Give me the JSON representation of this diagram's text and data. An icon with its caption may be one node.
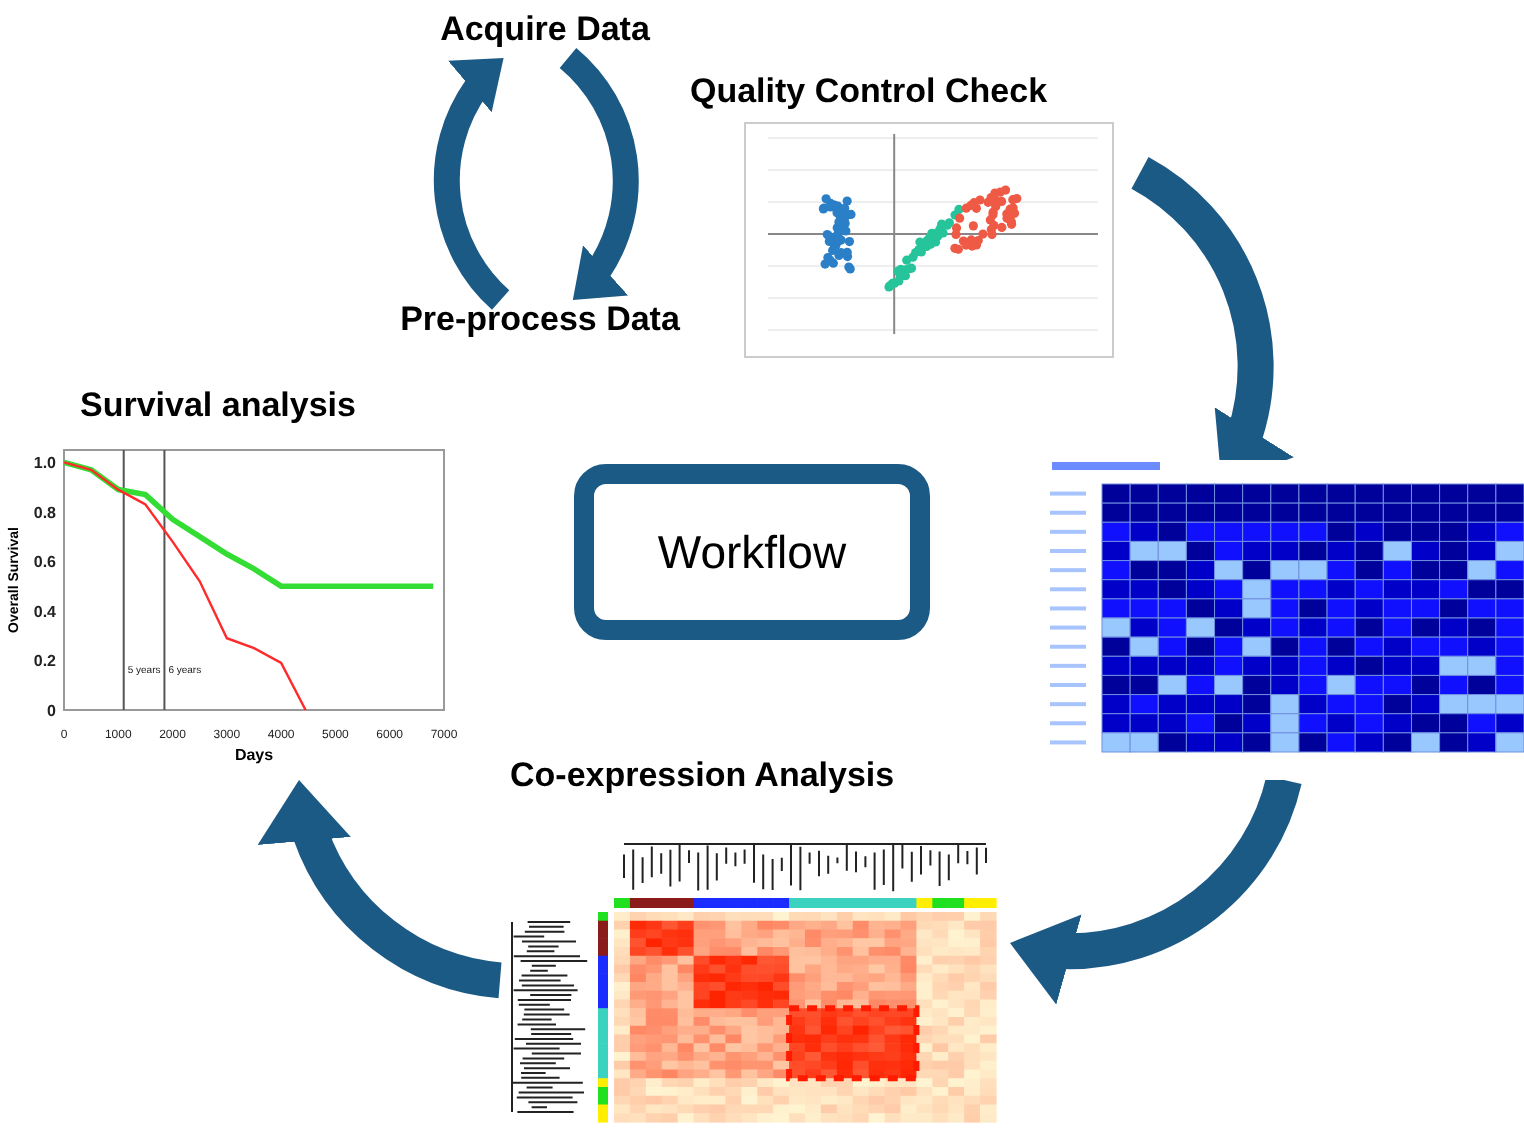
{
  "diagram": {
    "nodes": [
      {
        "text": [
          "Acquire Data"
        ]
      },
      {
        "text": [
          "Pre-process Data"
        ]
      },
      {
        "text": [
          "Quality Control Check"
        ]
      },
      {
        "text": [],
        "shape": "picture"
      },
      {
        "text": [
          "Co-expression Analysis"
        ]
      },
      {
        "text": [
          "Survival analysis"
        ]
      },
      {
        "text": [
          "Workflow"
        ]
      }
    ],
    "edges": [
      {
        "from": 0,
        "to": 1,
        "arrow": "to"
      },
      {
        "from": 1,
        "to": 0,
        "arrow": "to"
      },
      {
        "from": 2,
        "to": 3,
        "arrow": "to"
      },
      {
        "from": 3,
        "to": 4,
        "arrow": "to"
      },
      {
        "from": 4,
        "to": 5,
        "arrow": "to"
      }
    ],
    "chart_data": {
      "type": "line",
      "xlabel": "Days",
      "ylabel": "Overall Survival",
      "x": [
        0,
        500,
        1000,
        1500,
        2000,
        2500,
        3000,
        3500,
        4000,
        4450,
        5000,
        5500,
        6000,
        6500,
        6800
      ],
      "series": [
        {
          "color": "#ff2a2a",
          "values": [
            1.0,
            0.97,
            0.89,
            0.83,
            0.68,
            0.52,
            0.29,
            0.25,
            0.19,
            0.0,
            null,
            null,
            null,
            null,
            null
          ]
        },
        {
          "color": "#33dd33",
          "values": [
            1.0,
            0.97,
            0.89,
            0.87,
            0.77,
            0.7,
            0.63,
            0.57,
            0.5,
            0.5,
            0.5,
            0.5,
            0.5,
            0.5,
            0.5
          ]
        }
      ],
      "xlim": [
        0,
        7000
      ],
      "ylim": [
        0,
        1.05
      ],
      "xticks": [
        0,
        1000,
        2000,
        3000,
        4000,
        5000,
        6000,
        7000
      ],
      "yticks": [
        {
          "value": 0,
          "label": "0"
        },
        {
          "value": 0.2,
          "label": "0.2"
        },
        {
          "value": 0.4,
          "label": "0.4"
        },
        {
          "value": 0.6,
          "label": "0.6"
        },
        {
          "value": 0.8,
          "label": "0.8"
        },
        {
          "value": 1,
          "label": "1.0"
        }
      ],
      "ref_lines": [
        {
          "axis": "x",
          "value": 1100,
          "label": "5 years"
        },
        {
          "axis": "x",
          "value": 1850,
          "label": "6 years"
        }
      ]
    }
  }
}
